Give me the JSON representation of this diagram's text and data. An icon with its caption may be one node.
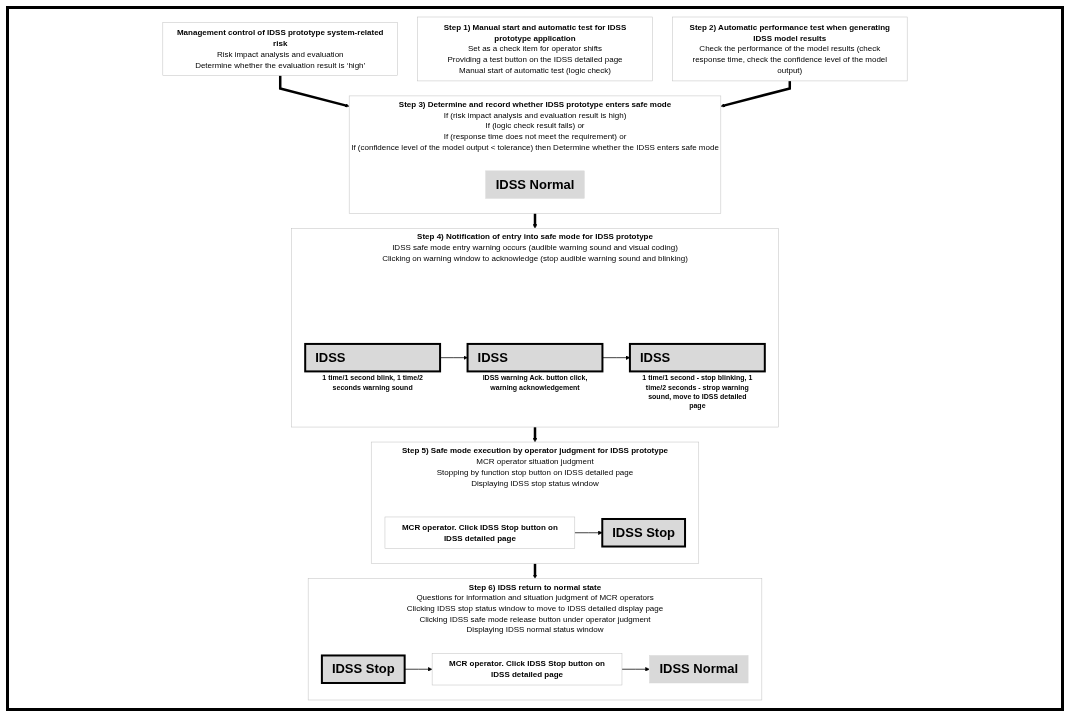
{
  "diagram": {
    "nodes": [
      {
        "text": [
          "Management control of IDSS prototype system-related risk",
          "Risk impact analysis and evaluation",
          "Determine whether the evaluation result is ‘high’"
        ]
      },
      {
        "text": [
          "Step 1) Manual start and automatic test for IDSS prototype application",
          "Set as a check item for operator shifts",
          "Providing a test button on the IDSS detailed page",
          "Manual start of automatic test (logic check)"
        ]
      },
      {
        "text": [
          "Step 2) Automatic performance test when generating IDSS model results",
          "Check the performance of the model results (check response time, check the confidence level of the model output)"
        ]
      },
      {
        "text": [
          "Step 3) Determine and record whether IDSS prototype enters safe mode",
          "If (risk impact analysis and evaluation result is high)",
          "If (logic check result fails) or",
          "If (response time does not meet the requirement) or",
          "If (confidence level of the model output < tolerance) then Determine whether the IDSS enters safe mode"
        ]
      },
      {
        "text": [
          "IDSS Normal"
        ],
        "in": 3
      },
      {
        "text": [
          "Step 4) Notification of entry into safe mode for IDSS prototype",
          "IDSS safe mode entry warning occurs (audible warning sound and visual coding)",
          "Clicking on warning window to acknowledge (stop audible warning sound and blinking)"
        ]
      },
      {
        "text": [
          "IDSS"
        ],
        "in": 5,
        "beside": [
          "1 time/1 second blink, 1 time/2 seconds warning sound"
        ]
      },
      {
        "text": [
          "IDSS"
        ],
        "in": 5,
        "beside": [
          "IDSS warning Ack. button click, warning acknowledgement"
        ]
      },
      {
        "text": [
          "IDSS"
        ],
        "in": 5,
        "beside": [
          "1 time/1 second - stop blinking, 1 time/2 seconds - strop warning sound, move to IDSS detailed page"
        ]
      },
      {
        "text": [
          "Step 5) Safe mode execution by operator judgment for IDSS prototype",
          "MCR operator situation judgment",
          "Stopping by function stop button on IDSS detailed page",
          "Displaying IDSS stop status window"
        ]
      },
      {
        "text": [
          "MCR operator. Click IDSS Stop button on IDSS detailed page"
        ],
        "in": 9
      },
      {
        "text": [
          "IDSS Stop"
        ],
        "in": 9
      },
      {
        "text": [
          "Step 6) IDSS return to normal state",
          "Questions for information and situation judgment of MCR operators",
          "Clicking IDSS stop status window to move to IDSS detailed display page",
          "Clicking IDSS safe mode release button under operator judgment",
          "Displaying IDSS normal status window"
        ]
      },
      {
        "text": [
          "IDSS Stop"
        ],
        "in": 12
      },
      {
        "text": [
          "MCR operator. Click IDSS Stop button on IDSS detailed page"
        ],
        "in": 12
      },
      {
        "text": [
          "IDSS Normal"
        ],
        "in": 12
      }
    ],
    "edges": [
      {
        "from": 0,
        "to": 3,
        "arrow": "to",
        "style": "thick"
      },
      {
        "from": 2,
        "to": 3,
        "arrow": "to",
        "style": "thick"
      },
      {
        "from": 3,
        "to": 5,
        "arrow": "to",
        "style": "thick"
      },
      {
        "from": 6,
        "to": 7,
        "arrow": "to"
      },
      {
        "from": 7,
        "to": 8,
        "arrow": "to"
      },
      {
        "from": 5,
        "to": 9,
        "arrow": "to",
        "style": "thick"
      },
      {
        "from": 10,
        "to": 11,
        "arrow": "to"
      },
      {
        "from": 9,
        "to": 12,
        "arrow": "to",
        "style": "thick"
      },
      {
        "from": 13,
        "to": 14,
        "arrow": "to"
      },
      {
        "from": 14,
        "to": 15,
        "arrow": "to"
      }
    ]
  }
}
